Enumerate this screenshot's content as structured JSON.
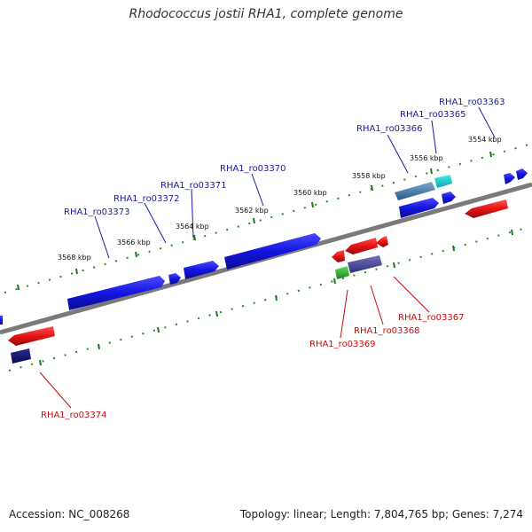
{
  "title": "Rhodococcus jostii RHA1, complete genome",
  "footer": {
    "accession": "Accession: NC_008268",
    "summary": "Topology: linear; Length: 7,804,765 bp; Genes: 7,274"
  },
  "scale_labels": [
    "3554 kbp",
    "3556 kbp",
    "3558 kbp",
    "3560 kbp",
    "3562 kbp",
    "3564 kbp",
    "3566 kbp",
    "3568 kbp"
  ],
  "genes_upper": [
    "RHA1_ro03363",
    "RHA1_ro03365",
    "RHA1_ro03366",
    "RHA1_ro03370",
    "RHA1_ro03371",
    "RHA1_ro03372",
    "RHA1_ro03373"
  ],
  "genes_lower": [
    "RHA1_ro03367",
    "RHA1_ro03368",
    "RHA1_ro03369",
    "RHA1_ro03374"
  ],
  "colors": {
    "forward": "#1a1ae6",
    "reverse": "#e61a1a",
    "upper_label": "#1a1aa0",
    "lower_label": "#c01010",
    "tick": "#2a8a2a",
    "axis": "#808080"
  }
}
